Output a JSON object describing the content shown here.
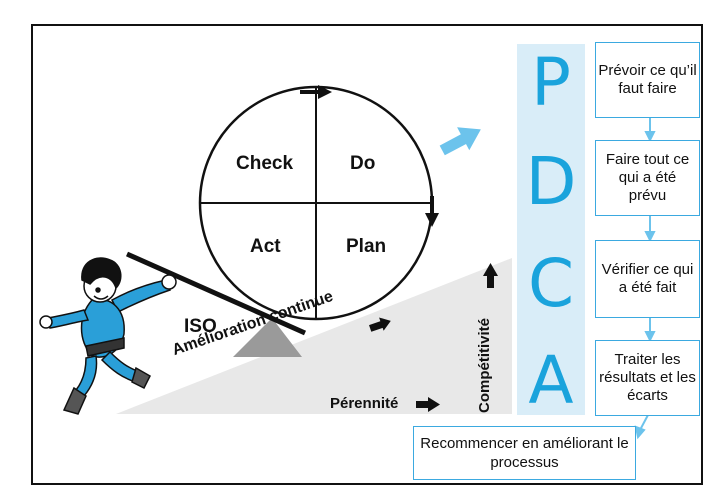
{
  "circle": {
    "quadrants": {
      "top_left": "Check",
      "top_right": "Do",
      "bottom_left": "Act",
      "bottom_right": "Plan"
    }
  },
  "labels": {
    "iso": "ISO",
    "amelioration": "Amélioration continue",
    "perennite": "Pérennité",
    "competitivite": "Compétitivité"
  },
  "pdca": {
    "letters": [
      "P",
      "D",
      "C",
      "A"
    ],
    "steps": [
      "Prévoir ce qu’il faut faire",
      "Faire tout ce qui a été prévu",
      "Vérifier ce qui a été fait",
      "Traiter les résultats et les écarts"
    ],
    "final": "Recommencer en améliorant le processus"
  },
  "colors": {
    "accent": "#1aa3dc",
    "light_blue": "#d9edf8",
    "arrow_blue": "#6cc3ec",
    "figure_blue": "#2a9fd8"
  }
}
